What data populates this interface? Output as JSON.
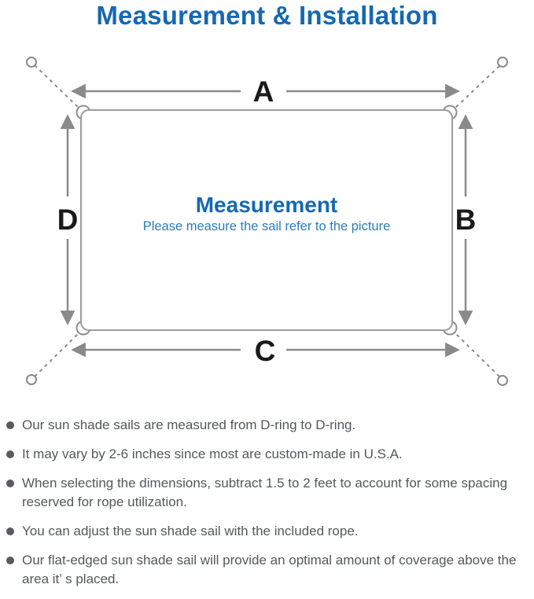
{
  "page": {
    "title": "Measurement & Installation"
  },
  "diagram": {
    "labels": {
      "top": "A",
      "right": "B",
      "bottom": "C",
      "left": "D"
    },
    "center_title": "Measurement",
    "center_subtitle": "Please measure the sail refer to the picture"
  },
  "notes": {
    "items": [
      "Our sun shade sails are measured from D-ring to D-ring.",
      "It may vary by 2-6 inches since most are custom-made in U.S.A.",
      "When selecting the dimensions, subtract 1.5 to 2 feet to account for some spacing reserved for rope utilization.",
      "You can adjust the sun shade sail with the included rope.",
      "Our flat-edged sun shade sail will provide an optimal amount of coverage above the area it’ s placed."
    ]
  },
  "colors": {
    "title_blue": "#1568b2",
    "subtitle_blue": "#2b7cba",
    "line_gray": "#8a8a8a",
    "outline_gray": "#9c9c9c",
    "text_gray": "#54575b",
    "label_black": "#1a1a1a"
  }
}
